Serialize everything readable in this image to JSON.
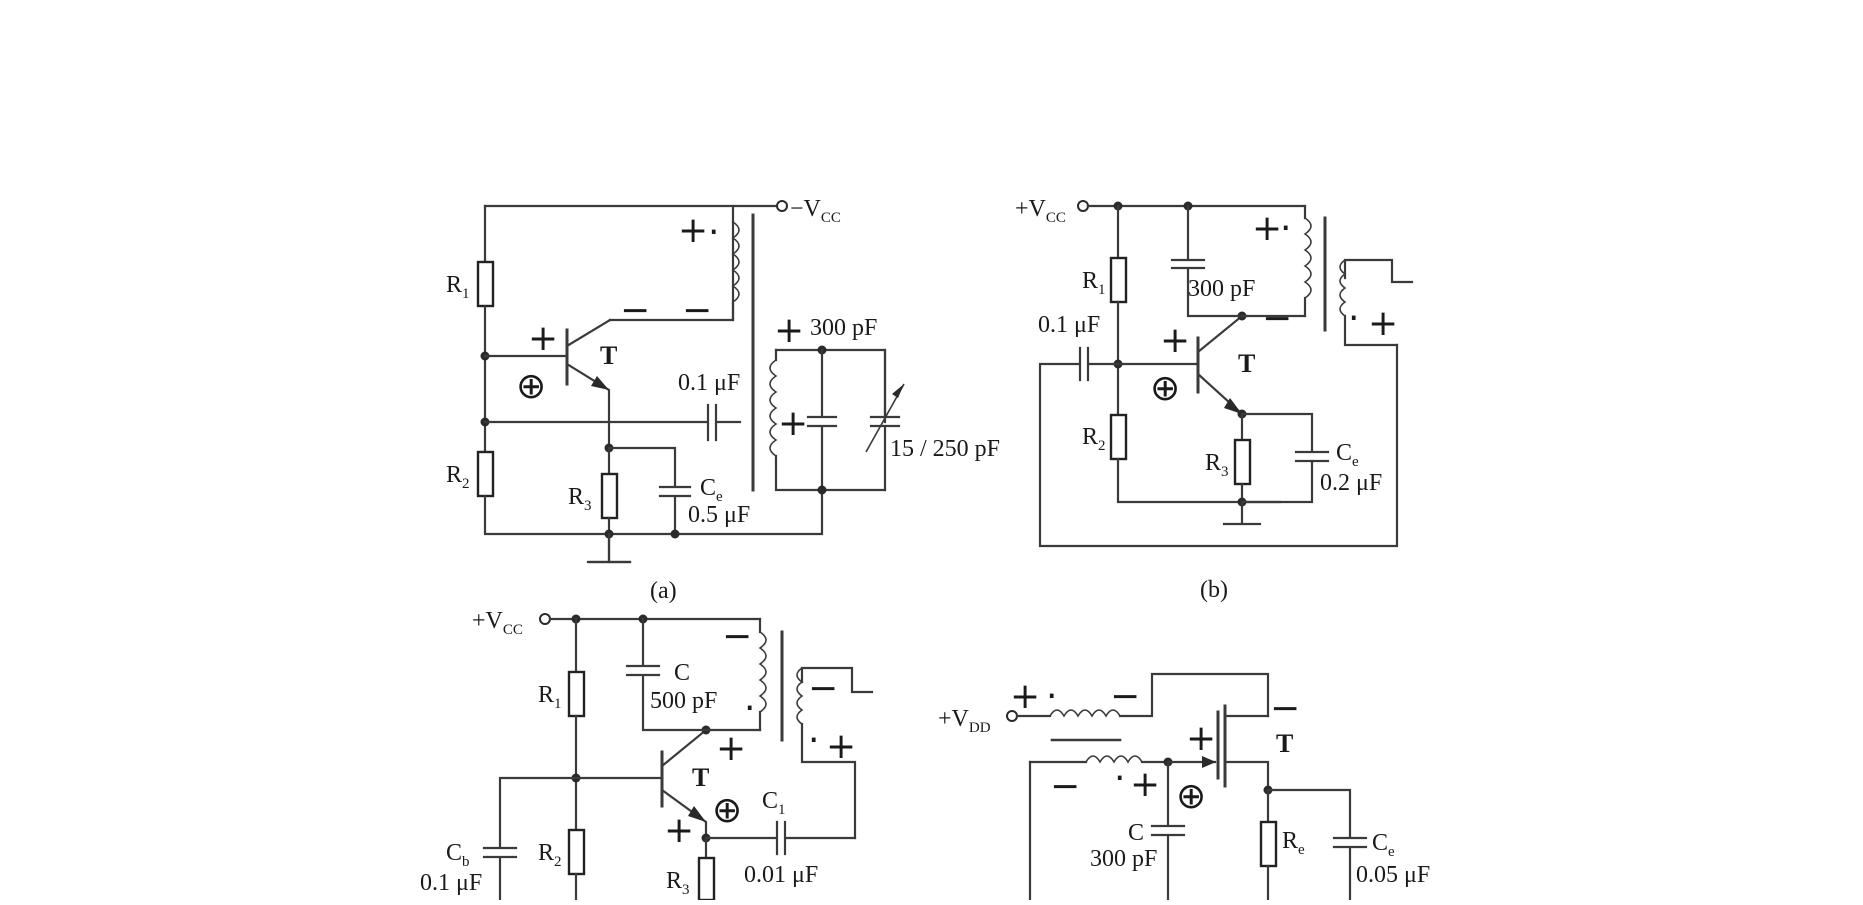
{
  "figure": {
    "a": {
      "caption": "(a)",
      "vcc": "−V",
      "vcc_sub": "CC",
      "r1": "R",
      "r1_sub": "1",
      "r2": "R",
      "r2_sub": "2",
      "r3": "R",
      "r3_sub": "3",
      "transistor": "T",
      "coupling_cap": "0.1 μF",
      "tank_cap": "300 pF",
      "var_cap": "15 / 250 pF",
      "emitter_cap": "C",
      "emitter_cap_sub": "e",
      "emitter_cap_val": "0.5 μF"
    },
    "b": {
      "caption": "(b)",
      "vcc": "+V",
      "vcc_sub": "CC",
      "r1": "R",
      "r1_sub": "1",
      "r2": "R",
      "r2_sub": "2",
      "r3": "R",
      "r3_sub": "3",
      "transistor": "T",
      "tank_cap": "300 pF",
      "coupling_cap": "0.1 μF",
      "emitter_cap": "C",
      "emitter_cap_sub": "e",
      "emitter_cap_val": "0.2 μF"
    },
    "c": {
      "vcc": "+V",
      "vcc_sub": "CC",
      "r1": "R",
      "r1_sub": "1",
      "r2": "R",
      "r2_sub": "2",
      "r3": "R",
      "r3_sub": "3",
      "transistor": "T",
      "tank_cap": "C",
      "tank_cap_val": "500 pF",
      "cb": "C",
      "cb_sub": "b",
      "cb_val": "0.1 μF",
      "c1": "C",
      "c1_sub": "1",
      "c1_val": "0.01 μF"
    },
    "d": {
      "vdd": "+V",
      "vdd_sub": "DD",
      "transistor": "T",
      "cap": "C",
      "cap_val": "300 pF",
      "rs": "R",
      "rs_sub": "e",
      "cs": "C",
      "cs_sub": "e",
      "cs_val": "0.05 μF"
    }
  }
}
